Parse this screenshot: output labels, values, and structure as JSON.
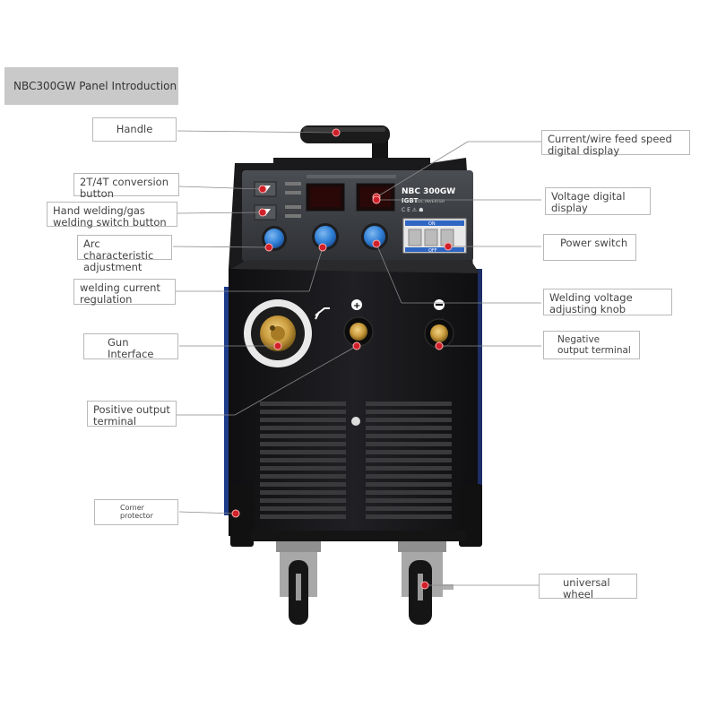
{
  "title": "NBC300GW Panel Introduction",
  "labels": {
    "handle": "Handle",
    "conversion_button": "2T/4T conversion button",
    "welding_switch_button": "Hand welding/gas welding switch button",
    "arc_adjustment": "Arc characteristic adjustment",
    "current_regulation": "welding current regulation",
    "gun_interface": "Gun Interface",
    "positive_terminal": "Positive output terminal",
    "corner_protector": "Corner protector",
    "current_display": "Current/wire feed speed digital display",
    "voltage_display": "Voltage digital display",
    "power_switch": "Power switch",
    "voltage_knob": "Welding voltage adjusting knob",
    "negative_terminal": "Negative output terminal",
    "universal_wheel": "universal wheel"
  },
  "panel": {
    "model": "NBC 300GW",
    "sub1": "IGBT",
    "sub2": "DC INVERTER",
    "cert": "C E ⚠ ☗",
    "switch_on": "ON",
    "switch_off": "OFF"
  },
  "colors": {
    "machine_body": "#1a1a1c",
    "panel_grey": "#3f4246",
    "blue_trim": "#1f3c8a",
    "marker_red": "#d0202a",
    "knob_blue": "#2f7fd6",
    "brass": "#c89a3c"
  }
}
